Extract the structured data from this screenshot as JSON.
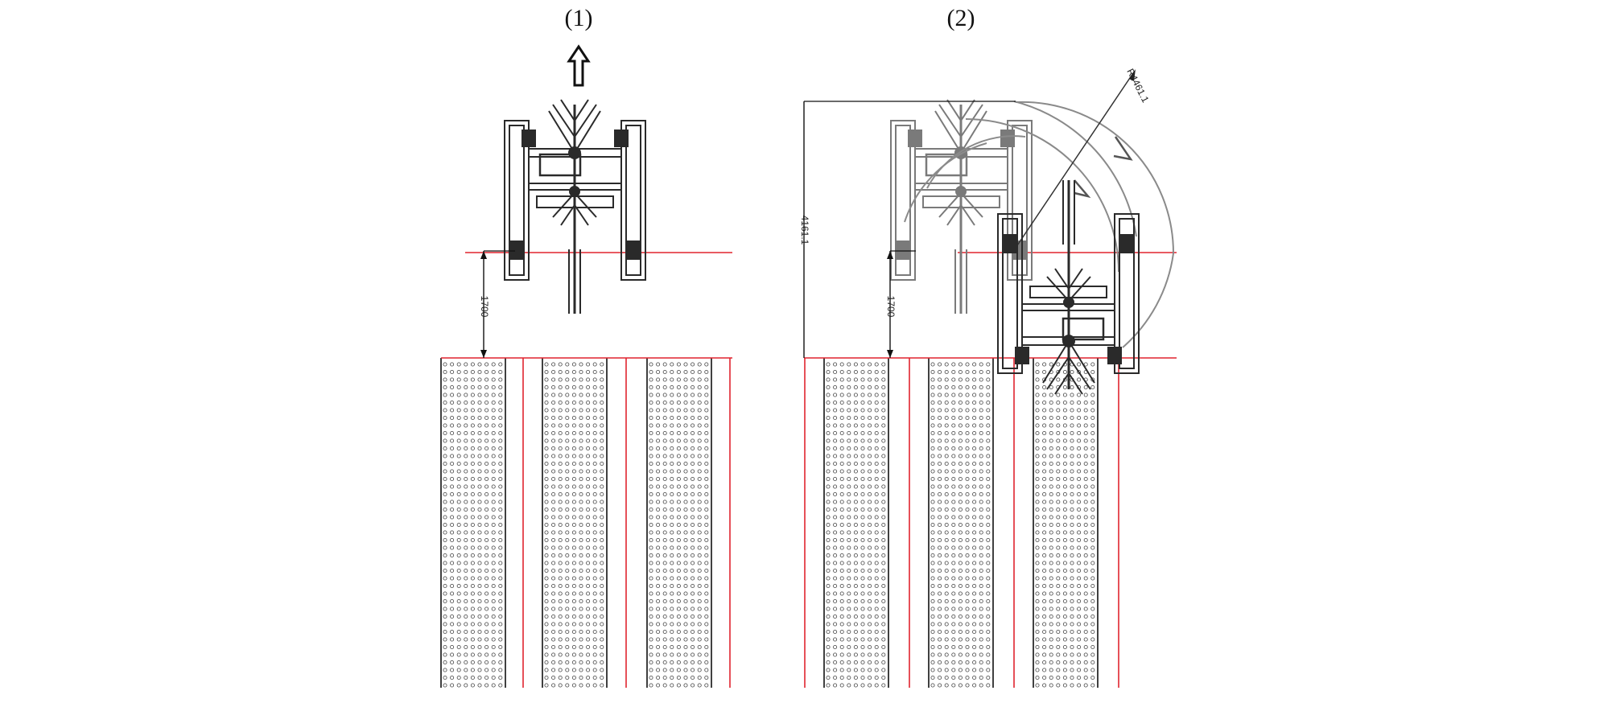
{
  "panels": [
    {
      "label": "(1)",
      "dimension": "1700"
    },
    {
      "label": "(2)",
      "dimension": "1700",
      "height_dimension": "4161.1",
      "radius_label": "R4461.1"
    }
  ],
  "colors": {
    "reference_line": "#e0242f",
    "machine": "#2a2a2a",
    "machine_ghost": "#7a7a7a",
    "bed_holes": "#444444",
    "arc": "#8a8a8a"
  },
  "icons": {
    "direction": "up-arrow-icon",
    "rotation": "curved-arrow-icon"
  }
}
